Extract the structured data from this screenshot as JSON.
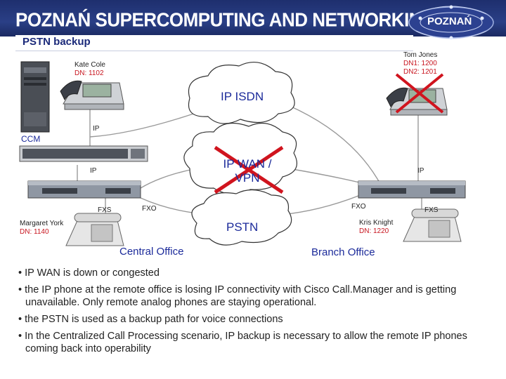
{
  "header": {
    "title": "POZNAŃ SUPERCOMPUTING AND NETWORKING CENTER",
    "logo_text": "POZNAŃ"
  },
  "slide": {
    "title": "PSTN backup"
  },
  "diagram": {
    "kate": {
      "name": "Kate Cole",
      "dn": "DN: 1102"
    },
    "tom": {
      "name": "Tom Jones",
      "dn1": "DN1: 1200",
      "dn2": "DN2: 1201"
    },
    "ccm_label": "CCM",
    "ip_isdn": "IP ISDN",
    "ip_wan": "IP WAN / VPN",
    "pstn": "PSTN",
    "ip_labels": [
      "IP",
      "IP",
      "IP"
    ],
    "fxs_left": "FXS",
    "fxo_left": "FXO",
    "fxo_right": "FXO",
    "fxs_right": "FXS",
    "margaret": {
      "name": "Margaret York",
      "dn": "DN: 1140"
    },
    "kris": {
      "name": "Kris Knight",
      "dn": "DN: 1220"
    },
    "central_office": "Central Office",
    "branch_office": "Branch Office"
  },
  "bullets": [
    "• IP WAN is down or congested",
    "• the IP phone at the remote office is losing IP connectivity with Cisco Call.Manager and is getting unavailable. Only remote analog phones are staying operational.",
    "• the PSTN is used as a backup path for voice connections",
    "• In the Centralized Call Processing scenario, IP backup is necessary to allow the remote IP phones coming back into operability"
  ],
  "colors": {
    "header": "#23367a",
    "accent_red": "#d0141e",
    "label_blue": "#1b2a9a"
  }
}
